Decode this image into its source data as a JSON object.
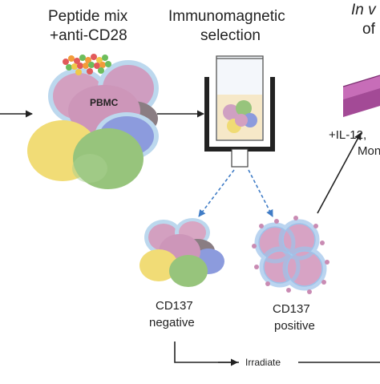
{
  "step1": {
    "line1": "Peptide mix",
    "line2": "+anti-CD28",
    "cells_label": "PBMC"
  },
  "step2": {
    "line1": "Immunomagnetic",
    "line2": "selection"
  },
  "step3": {
    "line1": "In v",
    "line2": "of",
    "cyto": "+IL-12,",
    "mono": "Mon"
  },
  "neg": {
    "line1": "CD137",
    "line2": "negative"
  },
  "pos": {
    "line1": "CD137",
    "line2": "positive"
  },
  "bottom": {
    "irradiate": "Irradiate"
  },
  "colors": {
    "cell_pink": "#d8a6c3",
    "cell_yellow": "#f0db74",
    "cell_green": "#97c47c",
    "cell_blue": "#8c9bdd",
    "cell_grey": "#8c7d80",
    "cell_rim": "#bcd8ee",
    "bead_blue": "#9ec3ea",
    "arrow_dash": "#3f7cc6",
    "flask": "#b65aa7"
  }
}
